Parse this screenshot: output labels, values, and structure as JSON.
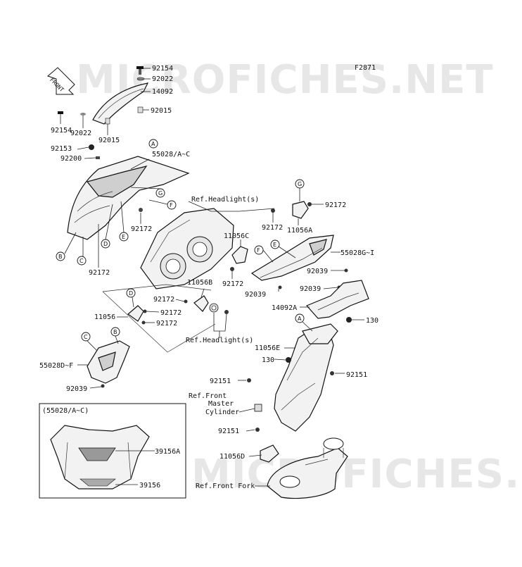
{
  "diagram_code": "F2871",
  "watermark_text": "MICROFICHES.NET",
  "front_arrow_label": "FRONT",
  "inset_label": "(55028/A~C)",
  "callout_letters": [
    "A",
    "B",
    "C",
    "D",
    "E",
    "F",
    "G"
  ],
  "refs": {
    "headlight_top": "Ref.Headlight(s)",
    "headlight_bottom": "Ref.Headlight(s)",
    "front_master": "Ref.Front",
    "front_master_2": "Master",
    "front_master_3": "Cylinder",
    "front_fork": "Ref.Front Fork"
  },
  "parts": {
    "p92154_top": "92154",
    "p92022_top": "92022",
    "p14092": "14092",
    "p92015_right": "92015",
    "p92154_left": "92154",
    "p92022_left": "92022",
    "p92015_left": "92015",
    "p92153": "92153",
    "p92200": "92200",
    "p55028": "55028/A~C",
    "p92172_a": "92172",
    "p92172_b": "92172",
    "p92172_c": "92172",
    "p92172_d": "92172",
    "p92172_e": "92172",
    "p92172_f": "92172",
    "p92172_g": "92172",
    "p92172_h": "92172",
    "p11056A": "11056A",
    "p11056C": "11056C",
    "p55028G": "55028G~I",
    "p92039_a": "92039",
    "p92039_b": "92039",
    "p92039_c": "92039",
    "p92039_d": "92039",
    "p11056B": "11056B",
    "p11056": "11056",
    "p14092A": "14092A",
    "p130_a": "130",
    "p130_b": "130",
    "p11056E": "11056E",
    "p55028D": "55028D~F",
    "p92151_a": "92151",
    "p92151_b": "92151",
    "p92151_c": "92151",
    "p11056D": "11056D",
    "p39156A": "39156A",
    "p39156": "39156"
  }
}
